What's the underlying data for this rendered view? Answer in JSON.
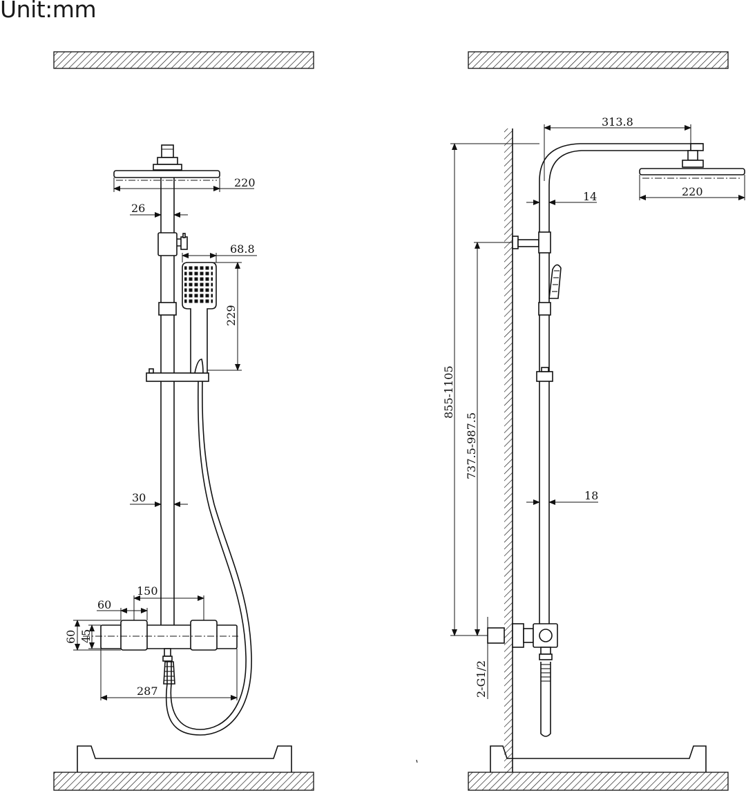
{
  "header": {
    "unit_label": "Unit:mm"
  },
  "front_view": {
    "dims": {
      "head_width": "220",
      "pipe_upper": "26",
      "handset_width": "68.8",
      "handset_length": "229",
      "pipe_lower": "30",
      "valve_centers": "150",
      "knob_width": "60",
      "body_height": "60",
      "body_inner_height": "45",
      "body_width": "287"
    }
  },
  "side_view": {
    "dims": {
      "arm_reach": "313.8",
      "head_width": "220",
      "pipe_upper": "14",
      "pipe_lower": "18",
      "total_height": "855-1105",
      "bracket_height": "737.5-987.5",
      "inlet": "2-G1/2"
    }
  },
  "colors": {
    "line": "#111111",
    "background": "#ffffff"
  }
}
